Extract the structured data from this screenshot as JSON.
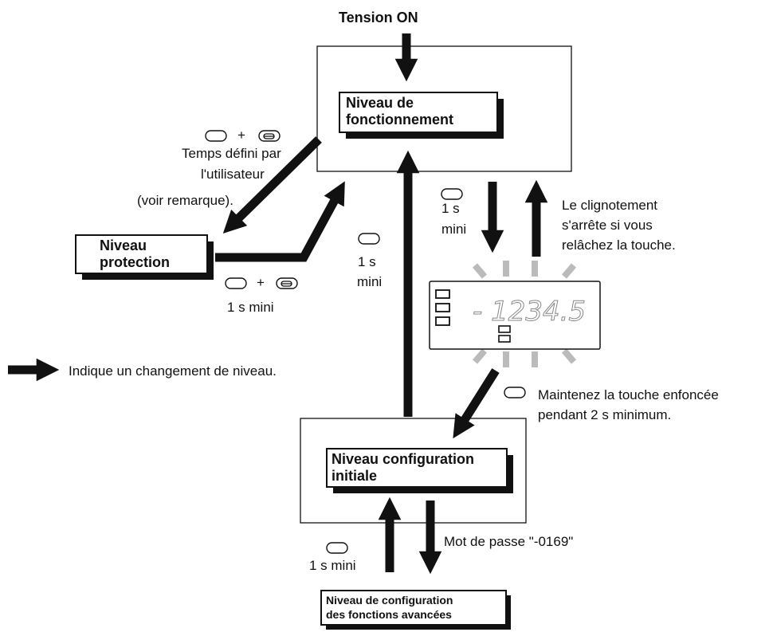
{
  "title": "Tension ON",
  "levels": {
    "operation": [
      "Niveau de",
      "fonctionnement"
    ],
    "protection": [
      "Niveau",
      "protection"
    ],
    "initial_setting": [
      "Niveau configuration",
      "initiale"
    ],
    "advanced": [
      "Niveau de configuration",
      "des fonctions avancées"
    ]
  },
  "display": {
    "value": "- 1234.5"
  },
  "labels": {
    "plus": "+",
    "user_time_1": "Temps défini par",
    "user_time_2": "l'utilisateur",
    "see_note": "(voir remarque).",
    "one_s_mini": "1 s mini",
    "one_s": "1 s",
    "mini": "mini",
    "blink_1": "Le clignotement",
    "blink_2": "s'arrête si vous",
    "blink_3": "relâchez la touche.",
    "hold_1": "Maintenez la touche enfoncée",
    "hold_2": "pendant 2 s minimum.",
    "password": "Mot de passe \"-0169\"",
    "legend": "Indique un changement de niveau."
  },
  "icons": [
    "mode-key-icon",
    "level-key-icon"
  ]
}
